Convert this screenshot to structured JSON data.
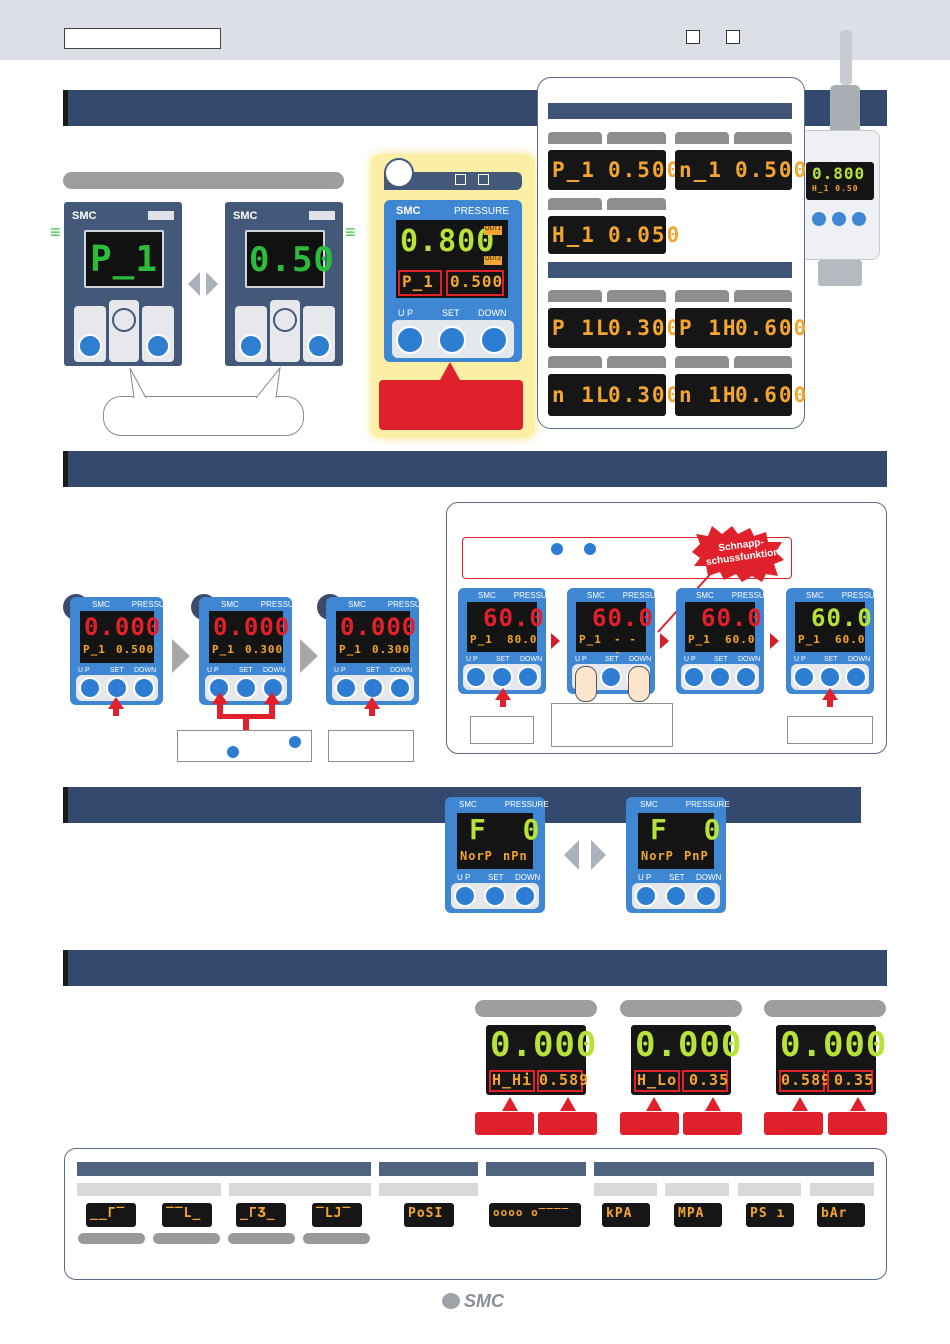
{
  "top": {
    "box_label": ""
  },
  "status_top": {
    "dot": "",
    "icon_names": [
      "square-icon",
      "square-icon"
    ]
  },
  "brand": {
    "logo": "SMC",
    "pressure": "PRESSURE",
    "up": "U P",
    "set": "SET",
    "down": "DOWN",
    "out1": "OUT1",
    "out2": "OUT2"
  },
  "section1": {
    "device_small_a": "P_1",
    "device_small_b": "0.50",
    "big_display_main": "0.800",
    "big_display_sub_left": "P_1",
    "big_display_sub_right": "0.500",
    "panel_rows_top": [
      {
        "left": "P_1",
        "right": "0.500"
      },
      {
        "left": "n_1",
        "right": "0.500"
      },
      {
        "left": "H_1",
        "right": "0.050"
      }
    ],
    "panel_rows_bottom": [
      {
        "left": "P 1L",
        "right": "0.300"
      },
      {
        "left": "P 1H",
        "right": "0.600"
      },
      {
        "left": "n 1L",
        "right": "0.300"
      },
      {
        "left": "n 1H",
        "right": "0.600"
      }
    ],
    "photo_screen_main": "0.800",
    "photo_screen_sub": "H_1 0.50"
  },
  "section2": {
    "steps": [
      {
        "main": "0.000",
        "left": "P_1",
        "right": "0.500"
      },
      {
        "main": "0.000",
        "left": "P_1",
        "right": "0.300"
      },
      {
        "main": "0.000",
        "left": "P_1",
        "right": "0.300"
      }
    ],
    "snap_label": "Schnapp-\nschussfunktion",
    "snap_steps": [
      {
        "main": "60.0",
        "left": "P_1",
        "right": "80.0"
      },
      {
        "main": "60.0",
        "left": "P_1",
        "right": "- - -"
      },
      {
        "main": "60.0",
        "left": "P_1",
        "right": "60.0"
      },
      {
        "main": "60.0",
        "left": "P_1",
        "right": "60.0"
      }
    ]
  },
  "section3": {
    "units": [
      {
        "main": "F  0",
        "left": "NorP",
        "right": "nPn"
      },
      {
        "main": "F  0",
        "left": "NorP",
        "right": "PnP"
      }
    ]
  },
  "section4": {
    "screens": [
      {
        "main": "0.000",
        "left": "H_Hi",
        "right": "0.589"
      },
      {
        "main": "0.000",
        "left": "H_Lo",
        "right": "0.35"
      },
      {
        "main": "0.000",
        "left": "0.589",
        "right": "0.35"
      }
    ]
  },
  "legend": {
    "segments": [
      "__Γ‾",
      "‾‾L_",
      "_ΓƷ_",
      "‾LJ‾",
      "PoSI",
      "oooo o‾‾‾‾",
      "kPA",
      "MPA",
      "PS ı",
      "bAr"
    ]
  },
  "footer": {
    "logo": "SMC"
  }
}
